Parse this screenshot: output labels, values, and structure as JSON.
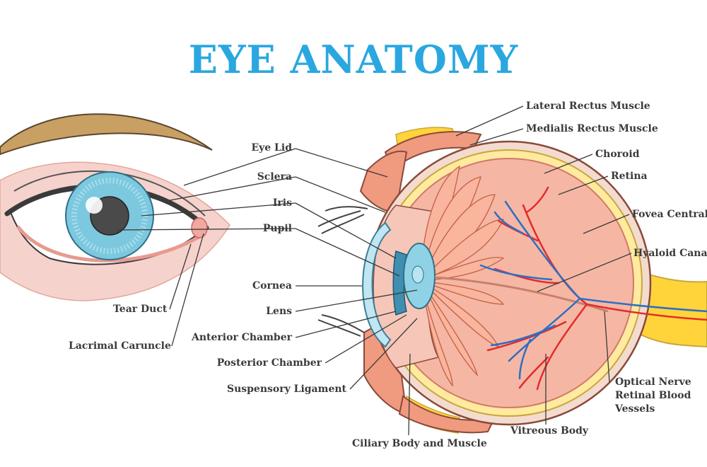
{
  "title": "EYE ANATOMY",
  "labels": {
    "eye_lid": "Eye Lid",
    "sclera": "Sclera",
    "iris": "Iris",
    "pupil": "Pupil",
    "cornea": "Cornea",
    "lens": "Lens",
    "anterior_chamber": "Anterior Chamber",
    "posterior_chamber": "Posterior Chamber",
    "suspensory_ligament": "Suspensory Ligament",
    "ciliary_body": "Ciliary Body and Muscle",
    "tear_duct": "Tear Duct",
    "lacrimal_caruncle": "Lacrimal Caruncle",
    "lateral_rectus": "Lateral Rectus Muscle",
    "medialis_rectus": "Medialis Rectus Muscle",
    "choroid": "Choroid",
    "retina": "Retina",
    "fovea_centralis": "Fovea Centralis",
    "hyaloid_canal": "Hyaloid Canal",
    "optical_nerve": "Optical Nerve",
    "retinal_blood": "Retinal Blood",
    "vessels": "Vessels",
    "vitreous_body": "Vitreous Body"
  },
  "colors": {
    "title": "#2aa7e0",
    "iris": "#7cc8df",
    "skin": "#f6d2cc",
    "eyebrow": "#c9a063",
    "muscle": "#f09a80",
    "sclera_fill": "#f3dccf",
    "vitreous": "#f5b7a4",
    "fat": "#ffd43a",
    "artery": "#e32b2b",
    "vein": "#2d6fc4"
  }
}
